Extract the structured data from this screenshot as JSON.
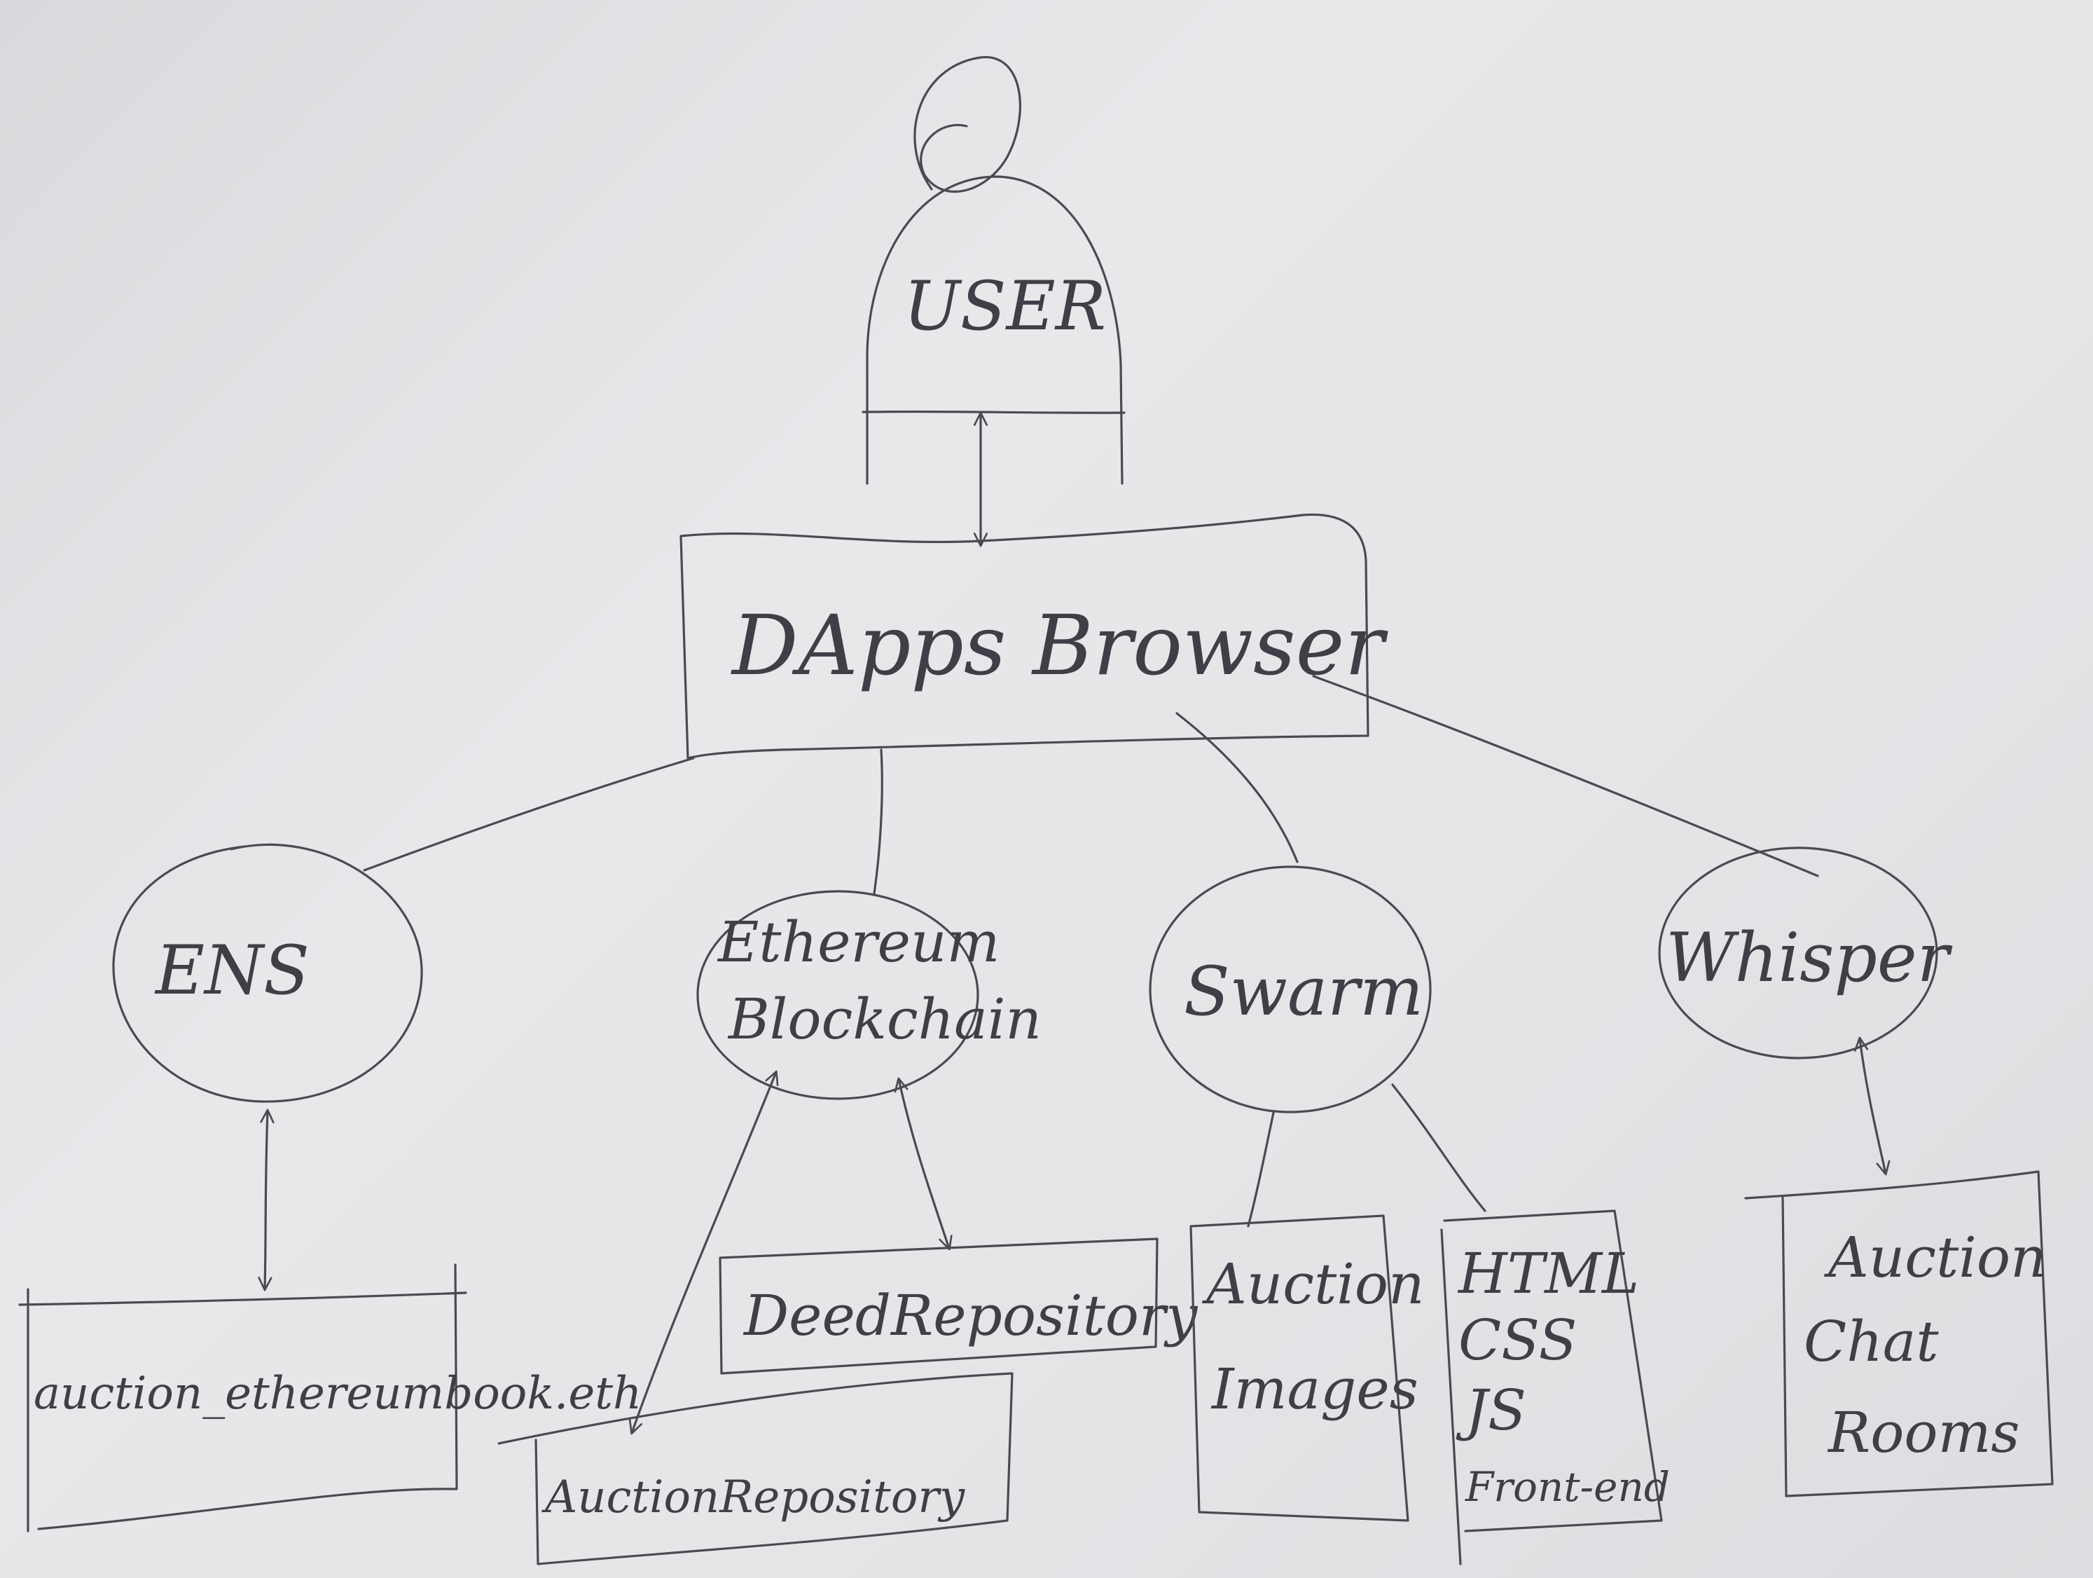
{
  "diagram": {
    "user": {
      "label": "USER"
    },
    "browser": {
      "label": "DApps Browser"
    },
    "ens": {
      "label": "ENS"
    },
    "ethereum": {
      "line1": "Ethereum",
      "line2": "Blockchain"
    },
    "swarm": {
      "label": "Swarm"
    },
    "whisper": {
      "label": "Whisper"
    },
    "ens_domain": {
      "label": "auction_ethereumbook.eth"
    },
    "deed_repository": {
      "label": "DeedRepository"
    },
    "auction_repository": {
      "label": "AuctionRepository"
    },
    "auction_images": {
      "line1": "Auction",
      "line2": "Images"
    },
    "frontend": {
      "line1": "HTML",
      "line2": "CSS",
      "line3": "JS",
      "line4": "Front-end"
    },
    "chat_rooms": {
      "line1": "Auction",
      "line2": "Chat",
      "line3": "Rooms"
    }
  }
}
